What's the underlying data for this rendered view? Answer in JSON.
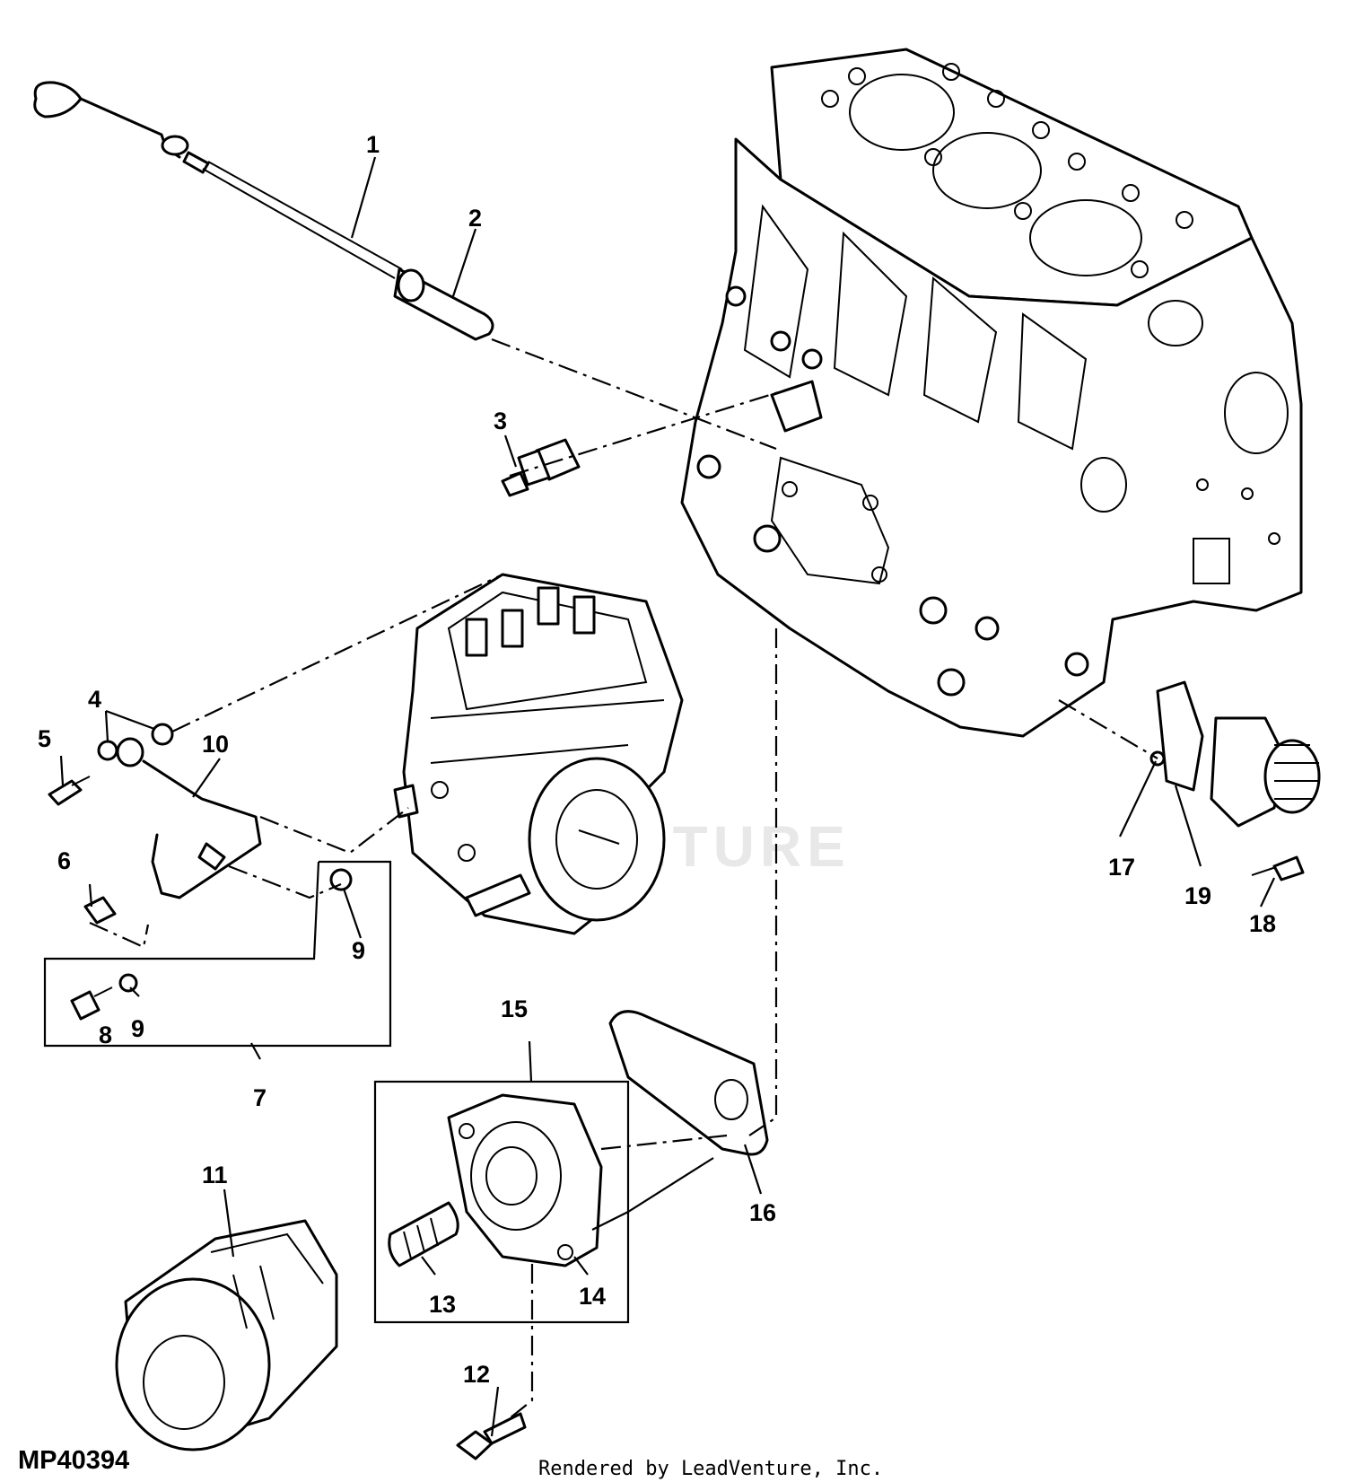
{
  "figure_id": "MP40394",
  "credit": "Rendered by LeadVenture, Inc.",
  "watermark": "VENTURE",
  "callouts": [
    "1",
    "2",
    "3",
    "4",
    "5",
    "6",
    "7",
    "8",
    "9",
    "9",
    "10",
    "11",
    "12",
    "13",
    "14",
    "15",
    "16",
    "17",
    "18",
    "19"
  ],
  "colors": {
    "line": "#000000",
    "background": "#ffffff",
    "watermark": "#e8e8e8"
  }
}
